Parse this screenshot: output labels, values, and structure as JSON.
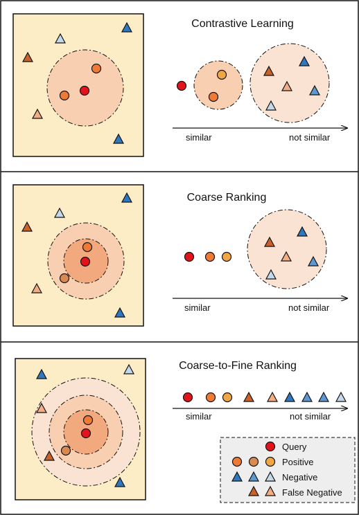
{
  "panels": [
    {
      "title": "Contrastive Learning",
      "similar_label": "similar",
      "not_similar_label": "not similar"
    },
    {
      "title": "Coarse Ranking",
      "similar_label": "similar",
      "not_similar_label": "not similar"
    },
    {
      "title": "Coarse-to-Fine Ranking",
      "similar_label": "similar",
      "not_similar_label": "not similar"
    }
  ],
  "legend": {
    "query": "Query",
    "positive": "Positive",
    "negative": "Negative",
    "false_negative": "False Negative"
  },
  "colors": {
    "query": "#e3131b",
    "positive_1": "#ee7a35",
    "positive_2": "#d98a50",
    "positive_3": "#f0a645",
    "negative_1": "#2f78c0",
    "negative_2": "#5d98d2",
    "negative_3": "#c4d8ea",
    "false_negative_1": "#c8622a",
    "false_negative_2": "#f2ad85",
    "panel_bg": "#fdedc7",
    "circle_bg": "#f9cfb1",
    "circle_inner": "#f3a97e",
    "cluster_bg": "#fbe3d3"
  }
}
